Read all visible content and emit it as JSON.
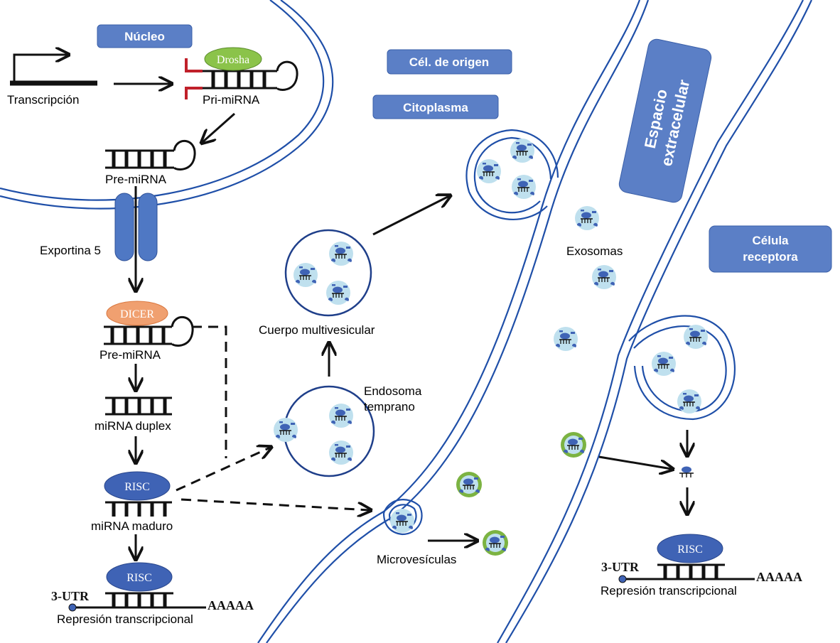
{
  "labels": {
    "nucleo": "Núcleo",
    "cel_origen": "Cél. de origen",
    "citoplasma": "Citoplasma",
    "espacio_line1": "Espacio",
    "espacio_line2": "extracelular",
    "celula_line1": "Célula",
    "celula_line2": "receptora",
    "transcripcion": "Transcripción",
    "pri_mirna": "Pri-miRNA",
    "pre_mirna_1": "Pre-miRNA",
    "exportina": "Exportina 5",
    "pre_mirna_2": "Pre-miRNA",
    "mirna_duplex": "miRNA duplex",
    "mirna_maduro": "miRNA maduro",
    "represion_1": "Represión transcripcional",
    "cuerpo_multivesicular": "Cuerpo multivesicular",
    "endosoma_line1": "Endosoma",
    "endosoma_line2": "temprano",
    "exosomas": "Exosomas",
    "microvesiculas": "Microvesículas",
    "represion_2": "Represión transcripcional"
  },
  "proteins": {
    "drosha": "Drosha",
    "dicer": "DICER",
    "risc_1": "RISC",
    "risc_2": "RISC",
    "risc_3": "RISC"
  },
  "mrna": {
    "utr_1": "3-UTR",
    "polya_1": "AAAAA",
    "utr_2": "3-UTR",
    "polya_2": "AAAAA"
  },
  "colors": {
    "label_box": "#5b7fc6",
    "membrane": "#1f4fa8",
    "exosome_fill": "#bfe0ee",
    "protein_blue": "#3f63b5",
    "drosha_green": "#8bc34a",
    "dicer_orange": "#f0a070",
    "microvesicle_green": "#7cb342",
    "pri_mirna_red": "#c0202a"
  }
}
